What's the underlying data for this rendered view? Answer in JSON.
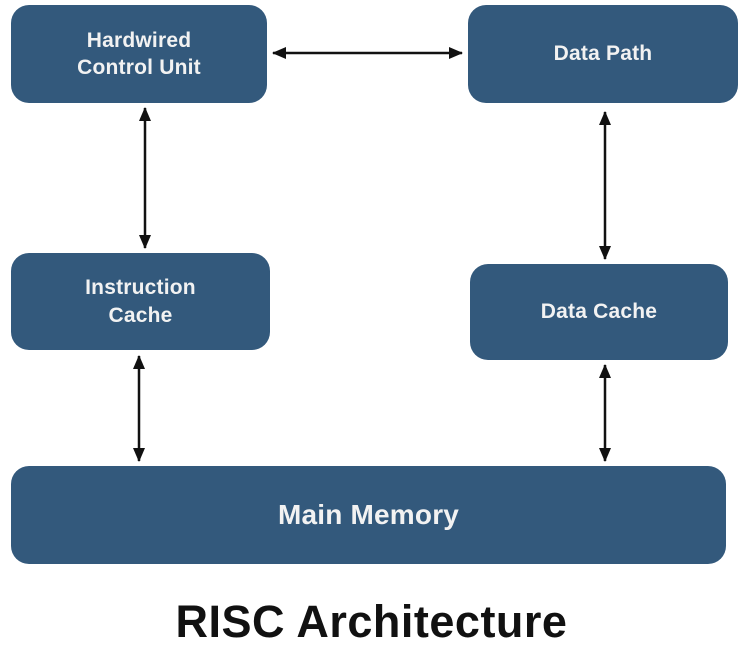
{
  "title": "RISC Architecture",
  "colors": {
    "node_fill": "#33597C",
    "node_text": "#F2F2F2",
    "arrow": "#111111",
    "title_text": "#111111",
    "background": "#FFFFFF"
  },
  "nodes": {
    "hardwired_control_unit": {
      "label": "Hardwired\nControl Unit"
    },
    "data_path": {
      "label": "Data Path"
    },
    "instruction_cache": {
      "label": "Instruction\nCache"
    },
    "data_cache": {
      "label": "Data Cache"
    },
    "main_memory": {
      "label": "Main Memory"
    }
  },
  "edges": [
    {
      "from": "hardwired_control_unit",
      "to": "data_path",
      "type": "bidirectional"
    },
    {
      "from": "hardwired_control_unit",
      "to": "instruction_cache",
      "type": "bidirectional"
    },
    {
      "from": "data_path",
      "to": "data_cache",
      "type": "bidirectional"
    },
    {
      "from": "instruction_cache",
      "to": "main_memory",
      "type": "bidirectional"
    },
    {
      "from": "data_cache",
      "to": "main_memory",
      "type": "bidirectional"
    }
  ]
}
